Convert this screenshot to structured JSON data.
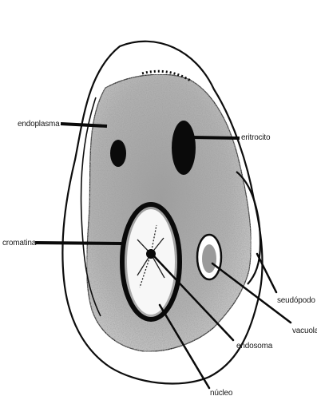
{
  "labels": {
    "endoplasma": "endoplasma",
    "eritrocito": "eritrocito",
    "cromatina": "cromatina",
    "seudopodo": "seudópodo",
    "vacuola": "vacuola",
    "endosoma": "endosoma",
    "nucleo": "núcleo"
  },
  "colors": {
    "ink": "#0d0d0d",
    "cytoplasm": "#a9a9a9",
    "nucleus_fill": "#f7f7f7",
    "background": "#ffffff"
  }
}
